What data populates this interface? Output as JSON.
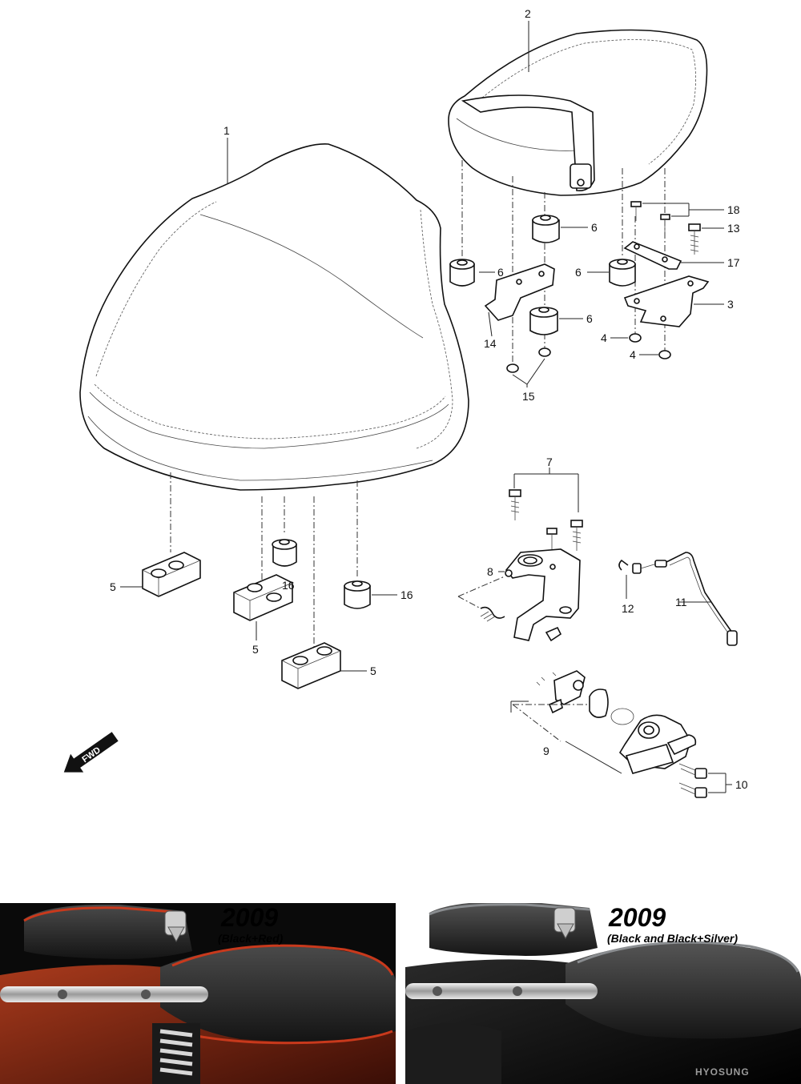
{
  "diagram": {
    "callouts": {
      "p1": "1",
      "p2": "2",
      "p3": "3",
      "p4a": "4",
      "p4b": "4",
      "p5a": "5",
      "p5b": "5",
      "p5c": "5",
      "p6a": "6",
      "p6b": "6",
      "p6c": "6",
      "p6d": "6",
      "p7": "7",
      "p8": "8",
      "p9": "9",
      "p10": "10",
      "p11": "11",
      "p12": "12",
      "p13": "13",
      "p14": "14",
      "p15": "15",
      "p16a": "16",
      "p16b": "16",
      "p17": "17",
      "p18": "18"
    },
    "fwd_label": "FWD"
  },
  "photos": {
    "left": {
      "year": "2009",
      "variant": "(Black+Red)",
      "trim_color": "#c8391c",
      "body_color": "#7a1e10"
    },
    "right": {
      "year": "2009",
      "variant": "(Black and Black+Silver)",
      "trim_color": "#8a8d90",
      "body_color": "#111111",
      "brand_text": "HYOSUNG"
    }
  }
}
